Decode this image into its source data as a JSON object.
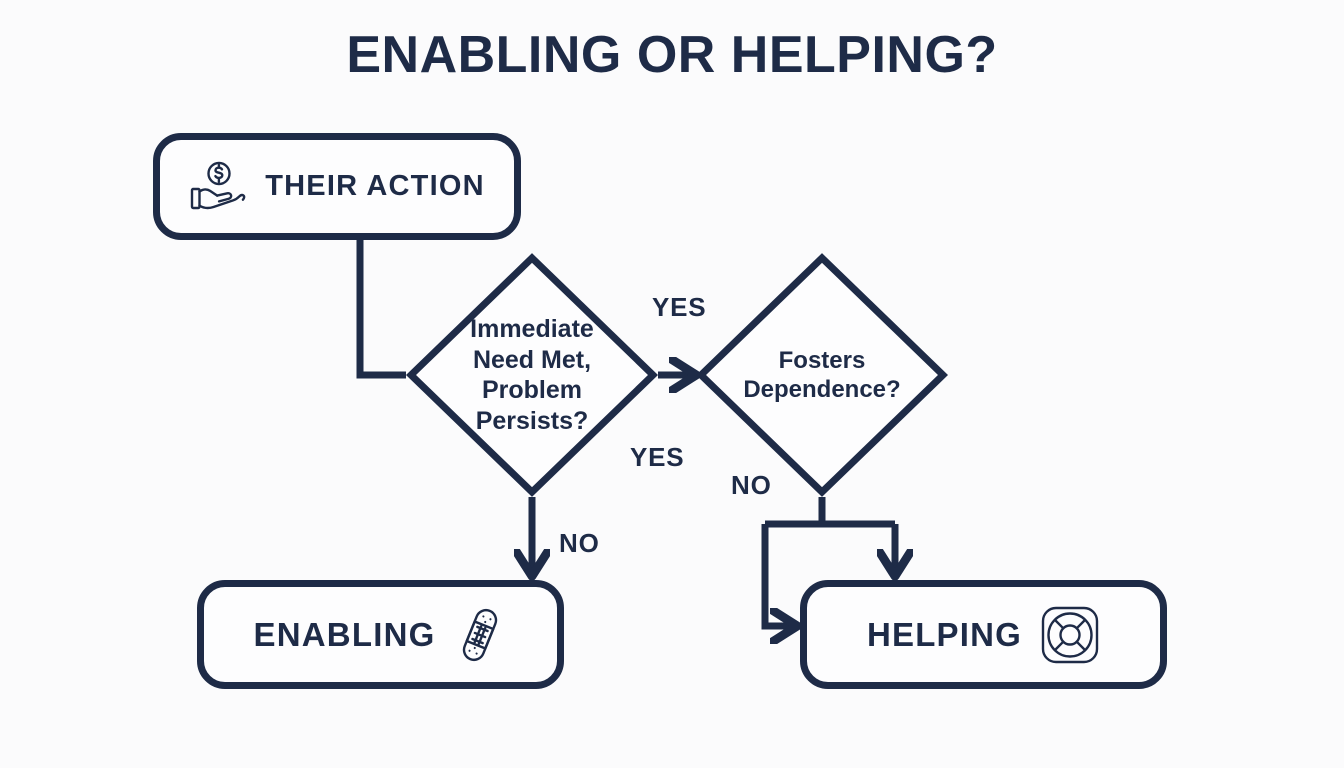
{
  "title": "ENABLING OR HELPING?",
  "theme": {
    "background": "#fbfbfc",
    "stroke": "#1e2b47",
    "node_fill": "#fdfdfe"
  },
  "nodes": {
    "start": {
      "label": "THEIR ACTION",
      "shape": "rounded-rectangle",
      "icon": "hand-holding-coin-icon"
    },
    "decision_1": {
      "label": "Immediate\nNeed Met,\nProblem\nPersists?",
      "shape": "diamond"
    },
    "decision_2": {
      "label": "Fosters\nDependence?",
      "shape": "diamond"
    },
    "outcome_enabling": {
      "label": "ENABLING",
      "shape": "rounded-rectangle",
      "icon": "bandage-icon"
    },
    "outcome_helping": {
      "label": "HELPING",
      "shape": "rounded-rectangle",
      "icon": "lifebuoy-icon"
    }
  },
  "edges": [
    {
      "id": "start-to-decision-1",
      "from": "start",
      "to": "decision_1",
      "label": ""
    },
    {
      "id": "decision-1-yes-top",
      "from": "decision_1",
      "to": "decision_2",
      "label": "YES"
    },
    {
      "id": "decision-1-yes-bottom",
      "from": "decision_1",
      "to": "decision_2",
      "label": "YES"
    },
    {
      "id": "decision-1-no",
      "from": "decision_1",
      "to": "outcome_enabling",
      "label": "NO"
    },
    {
      "id": "decision-2-no",
      "from": "decision_2",
      "to": "outcome_helping",
      "label": "NO"
    }
  ],
  "edge_labels": {
    "yes_top": "YES",
    "yes_bottom": "YES",
    "no_left": "NO",
    "no_right": "NO"
  }
}
